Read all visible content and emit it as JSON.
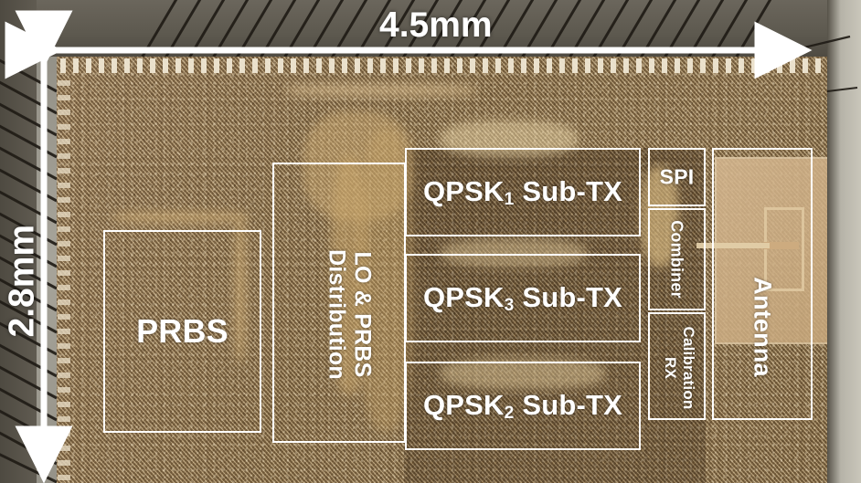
{
  "figure": {
    "kind": "die-micrograph-annotated",
    "dimensions": {
      "width_label": "4.5mm",
      "height_label": "2.8mm"
    },
    "colors": {
      "annotation": "#ffffff",
      "die_base": "#9a7f5d",
      "die_dark": "#6d5634",
      "antenna_metal": "#c9ab80",
      "package": "#9a978d"
    }
  },
  "blocks": {
    "prbs": {
      "label": "PRBS"
    },
    "lo_prbs_distribution": {
      "line1": "LO & PRBS",
      "line2": "Distribution"
    },
    "qpsk1": {
      "name": "QPSK",
      "sub": "1",
      "suffix": " Sub-TX"
    },
    "qpsk3": {
      "name": "QPSK",
      "sub": "3",
      "suffix": " Sub-TX"
    },
    "qpsk2": {
      "name": "QPSK",
      "sub": "2",
      "suffix": " Sub-TX"
    },
    "spi": {
      "label": "SPI"
    },
    "combiner": {
      "label": "Combiner"
    },
    "calibration_rx": {
      "line1": "Calibration",
      "line2": "RX"
    },
    "antenna": {
      "label": "Antenna"
    }
  }
}
